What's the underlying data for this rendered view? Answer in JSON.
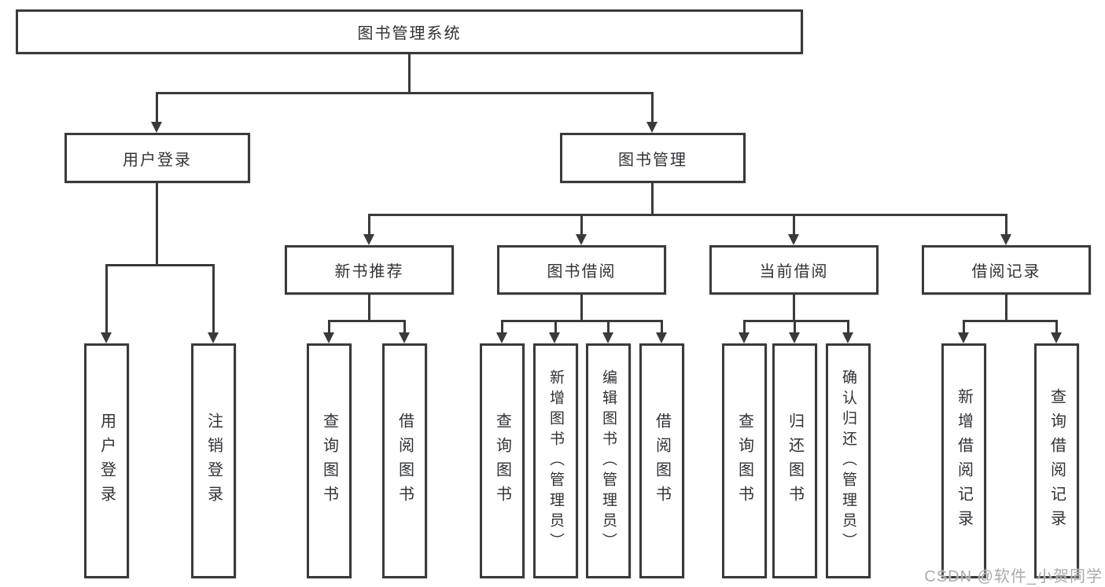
{
  "colors": {
    "line": "#3a3a3a",
    "text": "#2f3237",
    "background": "#ffffff",
    "watermark": "#a9abb0"
  },
  "watermark": {
    "text": "CSDN @软件_小贺同学"
  },
  "tree": {
    "root": "图书管理系统",
    "branches": [
      {
        "label": "用户登录",
        "children": [
          "用户登录",
          "注销登录"
        ]
      },
      {
        "label": "图书管理",
        "sections": [
          {
            "label": "新书推荐",
            "children": [
              "查询图书",
              "借阅图书"
            ]
          },
          {
            "label": "图书借阅",
            "children": [
              "查询图书",
              "新增图书（管理员）",
              "编辑图书（管理员）",
              "借阅图书"
            ]
          },
          {
            "label": "当前借阅",
            "children": [
              "查询图书",
              "归还图书",
              "确认归还（管理员）"
            ]
          },
          {
            "label": "借阅记录",
            "children": [
              "新增借阅记录",
              "查询借阅记录"
            ]
          }
        ]
      }
    ]
  }
}
